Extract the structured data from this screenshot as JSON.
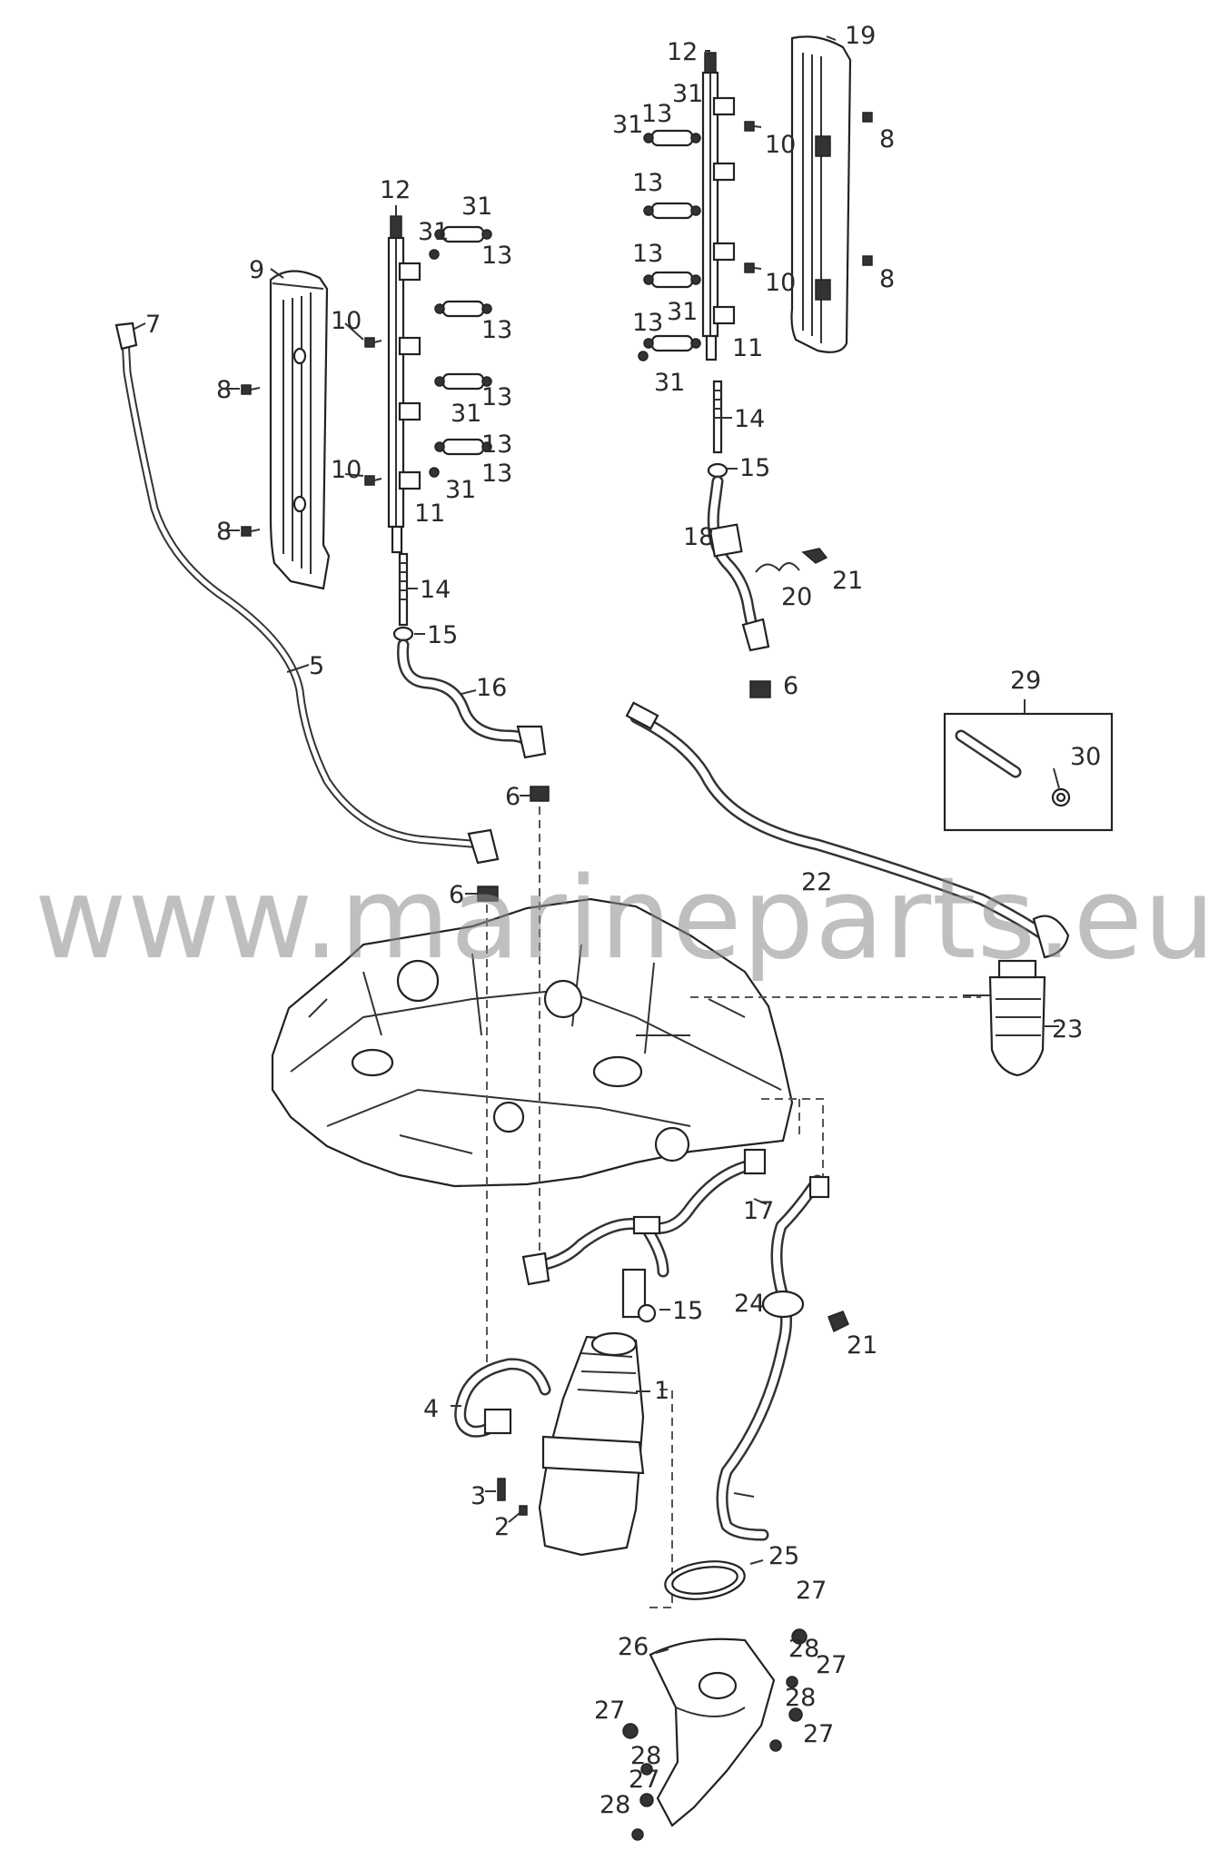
{
  "watermark": "www.marineparts.eu",
  "callouts": [
    {
      "id": "c12a",
      "text": "12"
    },
    {
      "id": "c31a",
      "text": "31"
    },
    {
      "id": "c31b",
      "text": "31"
    },
    {
      "id": "c13a",
      "text": "13"
    },
    {
      "id": "c13b",
      "text": "13"
    },
    {
      "id": "c13c",
      "text": "13"
    },
    {
      "id": "c31c",
      "text": "31"
    },
    {
      "id": "c13d",
      "text": "13"
    },
    {
      "id": "c31d",
      "text": "31"
    },
    {
      "id": "c13e",
      "text": "13"
    },
    {
      "id": "c9",
      "text": "9"
    },
    {
      "id": "c10a",
      "text": "10"
    },
    {
      "id": "c10b",
      "text": "10"
    },
    {
      "id": "c8a",
      "text": "8"
    },
    {
      "id": "c8b",
      "text": "8"
    },
    {
      "id": "c11a",
      "text": "11"
    },
    {
      "id": "c7",
      "text": "7"
    },
    {
      "id": "c14a",
      "text": "14"
    },
    {
      "id": "c15a",
      "text": "15"
    },
    {
      "id": "c5",
      "text": "5"
    },
    {
      "id": "c16",
      "text": "16"
    },
    {
      "id": "c6a",
      "text": "6"
    },
    {
      "id": "c6b",
      "text": "6"
    },
    {
      "id": "c12b",
      "text": "12"
    },
    {
      "id": "c31e",
      "text": "31"
    },
    {
      "id": "c13f",
      "text": "13"
    },
    {
      "id": "c31f",
      "text": "31"
    },
    {
      "id": "c19",
      "text": "19"
    },
    {
      "id": "c10c",
      "text": "10"
    },
    {
      "id": "c8c",
      "text": "8"
    },
    {
      "id": "c13g",
      "text": "13"
    },
    {
      "id": "c13h",
      "text": "13"
    },
    {
      "id": "c10d",
      "text": "10"
    },
    {
      "id": "c8d",
      "text": "8"
    },
    {
      "id": "c13i",
      "text": "13"
    },
    {
      "id": "c31g",
      "text": "31"
    },
    {
      "id": "c11b",
      "text": "11"
    },
    {
      "id": "c31h",
      "text": "31"
    },
    {
      "id": "c14b",
      "text": "14"
    },
    {
      "id": "c15b",
      "text": "15"
    },
    {
      "id": "c18",
      "text": "18"
    },
    {
      "id": "c21a",
      "text": "21"
    },
    {
      "id": "c20",
      "text": "20"
    },
    {
      "id": "c6c",
      "text": "6"
    },
    {
      "id": "c29",
      "text": "29"
    },
    {
      "id": "c30",
      "text": "30"
    },
    {
      "id": "c22",
      "text": "22"
    },
    {
      "id": "c23",
      "text": "23"
    },
    {
      "id": "c17",
      "text": "17"
    },
    {
      "id": "c15c",
      "text": "15"
    },
    {
      "id": "c24",
      "text": "24"
    },
    {
      "id": "c21b",
      "text": "21"
    },
    {
      "id": "c1",
      "text": "1"
    },
    {
      "id": "c4",
      "text": "4"
    },
    {
      "id": "c3",
      "text": "3"
    },
    {
      "id": "c2",
      "text": "2"
    },
    {
      "id": "c25",
      "text": "25"
    },
    {
      "id": "c27a",
      "text": "27"
    },
    {
      "id": "c26",
      "text": "26"
    },
    {
      "id": "c28a",
      "text": "28"
    },
    {
      "id": "c27b",
      "text": "27"
    },
    {
      "id": "c27c",
      "text": "27"
    },
    {
      "id": "c28b",
      "text": "28"
    },
    {
      "id": "c27d",
      "text": "27"
    },
    {
      "id": "c28c",
      "text": "28"
    },
    {
      "id": "c27e",
      "text": "27"
    },
    {
      "id": "c28d",
      "text": "28"
    }
  ]
}
